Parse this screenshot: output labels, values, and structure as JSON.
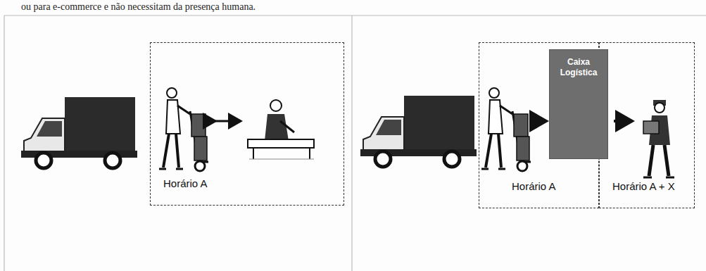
{
  "diagram": {
    "nodes": [
      {
        "text": [
          "Horário A"
        ]
      },
      {
        "text": [
          "Horário A"
        ]
      },
      {
        "text": [
          "Horário A + X"
        ]
      },
      {
        "text": [
          "Caixa Logística"
        ]
      }
    ],
    "labels": [
      "ou para e-commerce e não necessitam da presença humana."
    ]
  }
}
